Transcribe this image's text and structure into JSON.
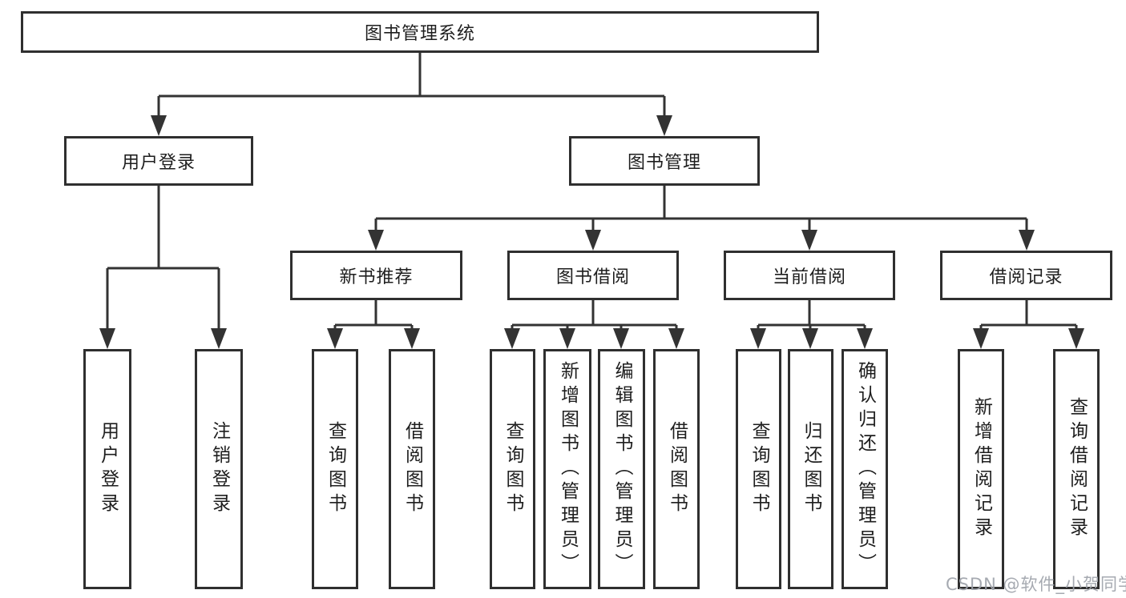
{
  "diagram_type": "hierarchy-tree",
  "tree": {
    "label": "图书管理系统",
    "children": [
      {
        "label": "用户登录",
        "children": [
          {
            "label": "用户登录"
          },
          {
            "label": "注销登录"
          }
        ]
      },
      {
        "label": "图书管理",
        "children": [
          {
            "label": "新书推荐",
            "children": [
              {
                "label": "查询图书"
              },
              {
                "label": "借阅图书"
              }
            ]
          },
          {
            "label": "图书借阅",
            "children": [
              {
                "label": "查询图书"
              },
              {
                "label": "新增图书（管理员）"
              },
              {
                "label": "编辑图书（管理员）"
              },
              {
                "label": "借阅图书"
              }
            ]
          },
          {
            "label": "当前借阅",
            "children": [
              {
                "label": "查询图书"
              },
              {
                "label": "归还图书"
              },
              {
                "label": "确认归还（管理员）"
              }
            ]
          },
          {
            "label": "借阅记录",
            "children": [
              {
                "label": "新增借阅记录"
              },
              {
                "label": "查询借阅记录"
              }
            ]
          }
        ]
      }
    ]
  },
  "watermark": {
    "text": "CSDN @软件_小贺同学"
  },
  "colors": {
    "line": "#333333",
    "box_border": "#2f2f2f",
    "text": "#1e1e1e",
    "background": "#ffffff",
    "watermark": "#9ea3aa"
  }
}
